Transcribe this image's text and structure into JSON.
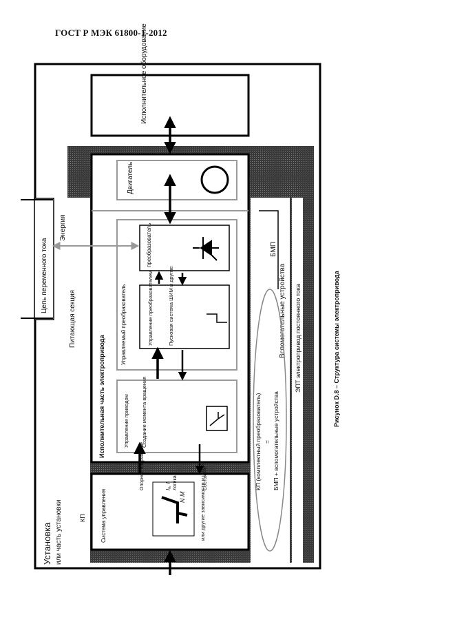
{
  "header": {
    "standard": "ГОСТ Р МЭК 61800-1-2012"
  },
  "figure": {
    "caption": "Рисунок D.8 – Структура системы электропривода",
    "labels": {
      "installation": "Установка",
      "installation_sub": "или часть установки",
      "ac_circuit": "Цепь переменного тока",
      "energy": "Энергия",
      "supply_section": "Питающая секция",
      "actuating_equipment": "Исполнительное оборудование",
      "motor": "Двигатель",
      "drive_part": "Исполнительная часть электропривода",
      "controlled_converter": "Управляемый преобразователь",
      "converter": "преобразователь",
      "converter_control": "Управление преобразователем",
      "pulse_system": "Пусковая система ШИМ и другие",
      "drive_control": "Управление приводом",
      "torque_creation": "Создание момента вращения",
      "reference_voltage": "Опорное напряжение",
      "logic": "логика",
      "logic_symbols": "Iₐ, Iᵣ",
      "state": "Состояние",
      "kp": "КП",
      "control_system": "Система управления",
      "nm": "N   M",
      "other_dependencies": "или другие зависимости и циклы",
      "bmp": "БМП",
      "aux_devices": "Вспомогательные устройства",
      "ept": "ЭПТ   электропривод постоянного тока",
      "kp_def1": "КП (комплектный преобразователь)",
      "kp_def2": "=",
      "kp_def3": "БМП + вспомогательные устройства"
    }
  }
}
